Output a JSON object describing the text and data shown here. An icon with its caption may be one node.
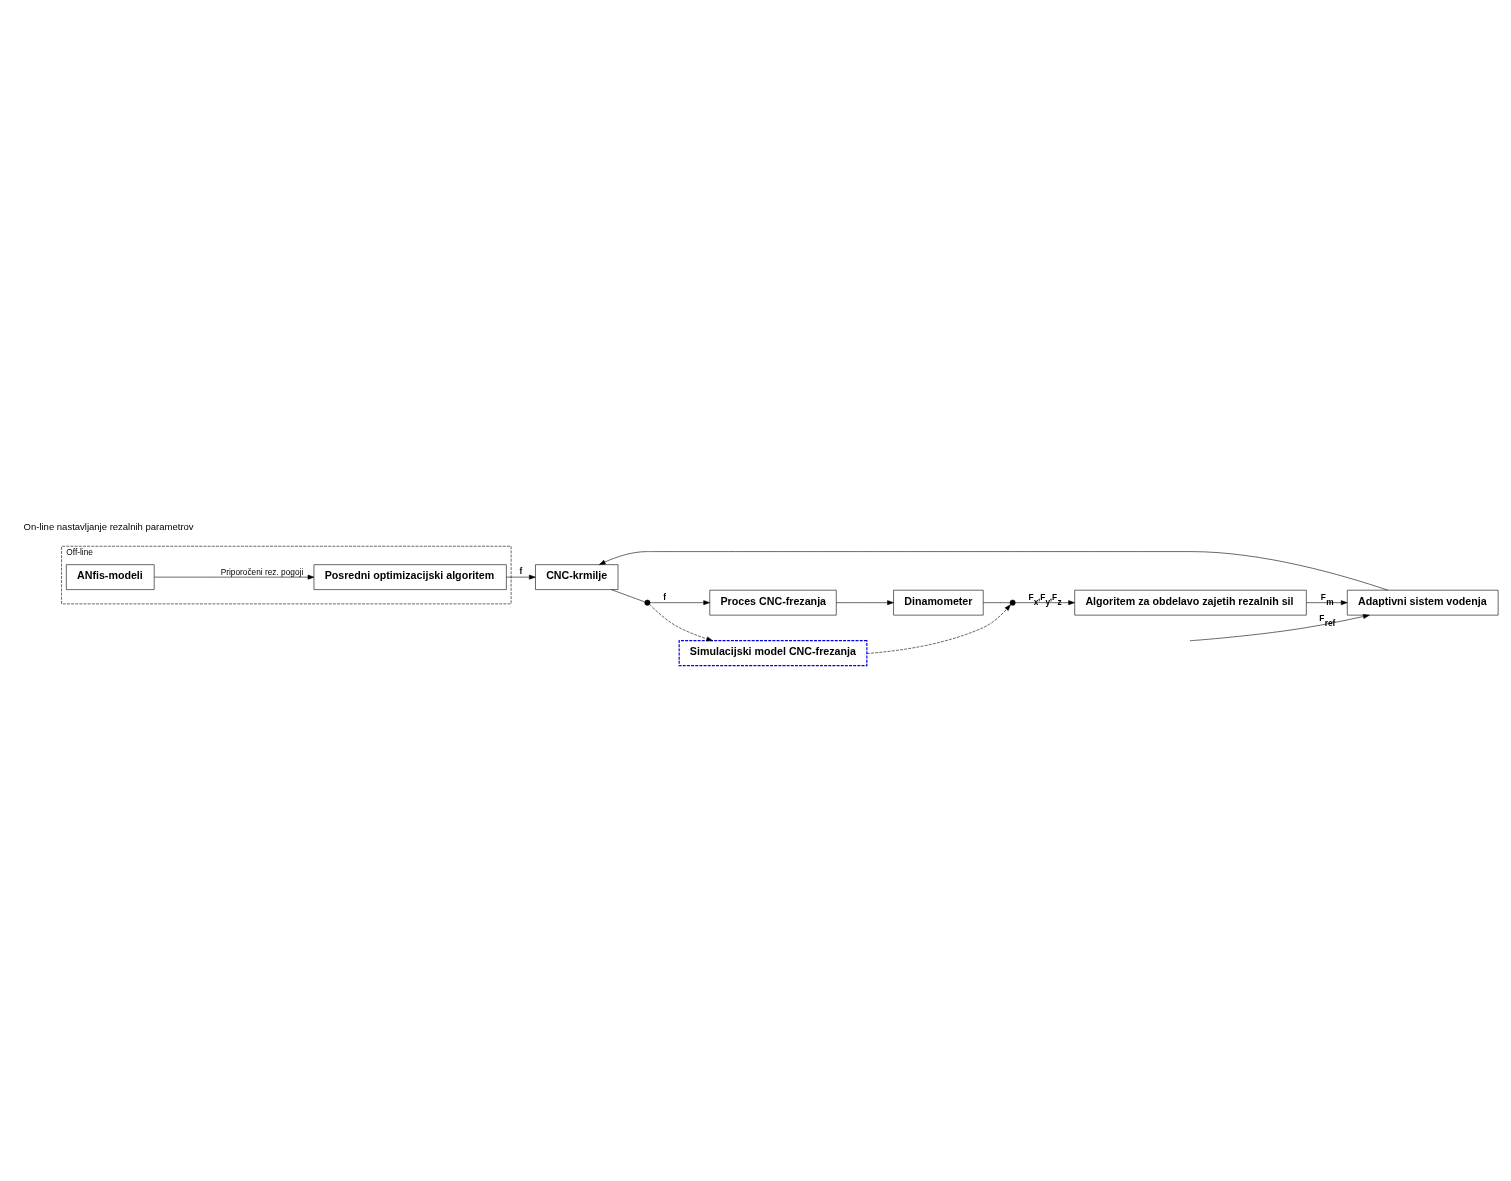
{
  "diagram": {
    "nodes": [
      {
        "text": [
          "Off-line"
        ]
      },
      {
        "text": [
          "ANfis-modeli"
        ],
        "in": 0
      },
      {
        "text": [
          "Posredni optimizacijski algoritem"
        ],
        "in": 0
      },
      {
        "text": [
          "Adaptivni sistem vodenja"
        ]
      },
      {
        "text": [
          "CNC-krmilje"
        ]
      },
      {
        "text": [
          "Proces CNC-frezanja"
        ]
      },
      {
        "text": [
          "Dinamometer"
        ]
      },
      {
        "text": [
          "Simulacijski model CNC-frezanja"
        ]
      },
      {
        "text": [
          "Algoritem za obdelavo zajetih rezalnih sil"
        ]
      },
      {
        "text": [],
        "shape": "circle"
      },
      {
        "text": [],
        "shape": "circle"
      }
    ],
    "edges": [
      {
        "from": 1,
        "to": 2,
        "arrow": "to",
        "label": "Priporočeni rez. pogoji"
      },
      {
        "from": 2,
        "to": 4,
        "arrow": "to",
        "label": "f"
      },
      {
        "from": null,
        "to": 3,
        "arrow": "to",
        "label": "F$_{ref}$"
      },
      {
        "from": 3,
        "to": 4,
        "arrow": "to"
      },
      {
        "from": 4,
        "to": 9,
        "arrow": "none"
      },
      {
        "from": 9,
        "to": 5,
        "arrow": "to",
        "label": "f"
      },
      {
        "from": 5,
        "to": 6,
        "arrow": "to"
      },
      {
        "from": 6,
        "to": 10,
        "arrow": "none"
      },
      {
        "from": 9,
        "to": 7,
        "arrow": "to",
        "style": "dashed"
      },
      {
        "from": 7,
        "to": 10,
        "arrow": "to",
        "style": "dashed"
      },
      {
        "from": 10,
        "to": 8,
        "arrow": "to",
        "label": "F$_{x}$,F$_{y}$,F$_{z}$"
      },
      {
        "from": 8,
        "to": 3,
        "arrow": "to",
        "label": "F$_{m}$"
      }
    ],
    "labels": [
      "On-line nastavljanje rezalnih parametrov"
    ]
  }
}
